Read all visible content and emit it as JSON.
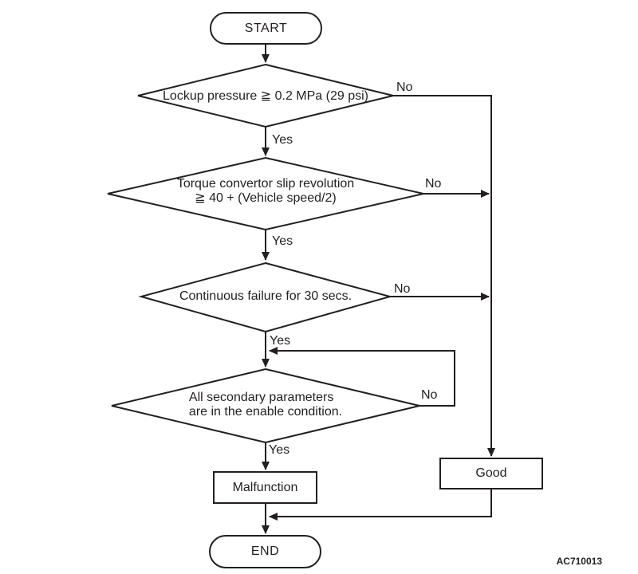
{
  "figure": {
    "code": "AC710013",
    "background": "#ffffff",
    "line_color": "#231f20"
  },
  "flowchart": {
    "terminals": {
      "start": "START",
      "end": "END"
    },
    "decisions": [
      {
        "id": "lockup-pressure",
        "lines": [
          "Lockup pressure ≧ 0.2 MPa (29 psi)"
        ],
        "yes": "Yes",
        "no": "No"
      },
      {
        "id": "torque-convertor-slip",
        "lines": [
          "Torque convertor slip revolution",
          "≧ 40 + (Vehicle speed/2)"
        ],
        "yes": "Yes",
        "no": "No"
      },
      {
        "id": "continuous-failure",
        "lines": [
          "Continuous failure for 30 secs."
        ],
        "yes": "Yes",
        "no": "No"
      },
      {
        "id": "secondary-parameters",
        "lines": [
          "All secondary parameters",
          "are in the enable condition."
        ],
        "yes": "Yes",
        "no": "No"
      }
    ],
    "results": {
      "malfunction": "Malfunction",
      "good": "Good"
    }
  }
}
